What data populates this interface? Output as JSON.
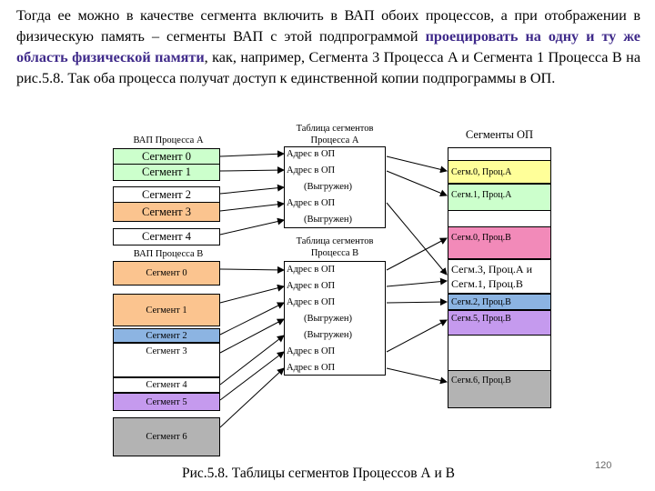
{
  "paragraph": {
    "part1": "Тогда ее можно в качестве сегмента включить в ВАП обоих процессов, а при отображении в физическую память – сегменты ВАП с этой подпрограммой ",
    "highlight": "проецировать на одну и ту же область физической памяти",
    "part2": ", как, например, Сегмента 3 Процесса A и Сегмента 1 Процесса B на рис.5.8. Так оба процесса получат доступ к единственной копии подпрограммы в ОП."
  },
  "vap_a": {
    "title": "ВАП Процесса А",
    "segments": [
      "Сегмент 0",
      "Сегмент 1",
      "Сегмент 2",
      "Сегмент 3",
      "Сегмент 4"
    ]
  },
  "vap_b": {
    "title": "ВАП Процесса В",
    "segments": [
      "Сегмент 0",
      "Сегмент 1",
      "Сегмент 2",
      "Сегмент 3",
      "Сегмент 4",
      "Сегмент 5",
      "Сегмент 6"
    ]
  },
  "table_a": {
    "title_line1": "Таблица сегментов",
    "title_line2": "Процесса А",
    "rows": [
      "Адрес в ОП",
      "Адрес в ОП",
      "(Выгружен)",
      "Адрес в ОП",
      "(Выгружен)"
    ]
  },
  "table_b": {
    "title_line1": "Таблица сегментов",
    "title_line2": "Процесса В",
    "rows": [
      "Адрес в ОП",
      "Адрес в ОП",
      "Адрес в ОП",
      "(Выгружен)",
      "(Выгружен)",
      "Адрес в ОП",
      "Адрес в ОП"
    ]
  },
  "op": {
    "title": "Сегменты ОП",
    "cells": [
      "Сегм.0, Проц.А",
      "Сегм.1, Проц.А",
      "Сегм.0, Проц.В",
      "Сегм.3, Проц.А и",
      "Сегм.1, Проц.В",
      "Сегм.2, Проц.В",
      "Сегм.5, Проц.В",
      "Сегм.6, Проц.В"
    ]
  },
  "caption": "Рис.5.8. Таблицы сегментов Процессов А и В",
  "page_number": "120",
  "colors": {
    "green": "#ccffcc",
    "orange": "#fbc48f",
    "blue": "#8cb4e2",
    "violet": "#c59aee",
    "pink": "#f28ab9",
    "yellow": "#ffff99",
    "gray": "#b3b3b3",
    "highlight_text": "#3f2a8a"
  }
}
